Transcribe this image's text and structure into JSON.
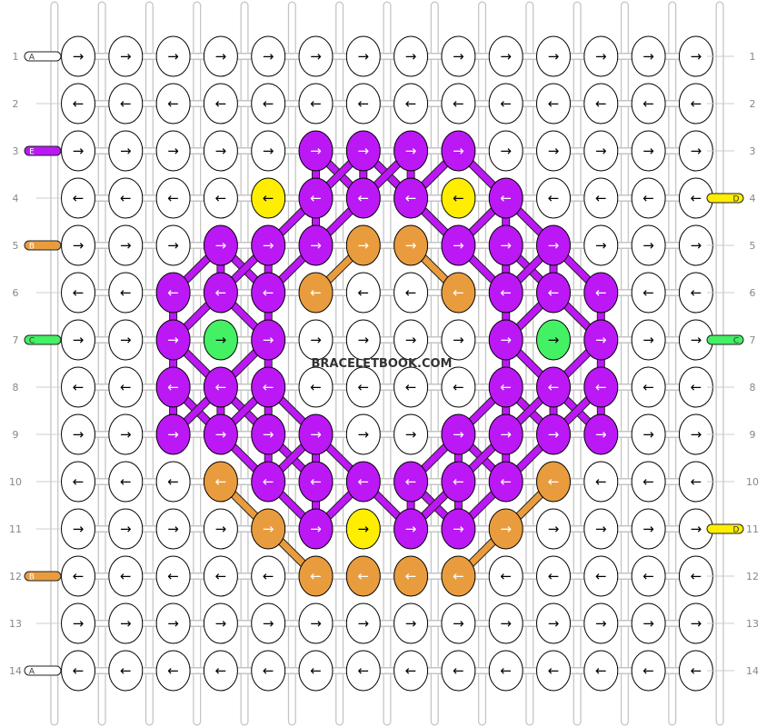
{
  "watermark": "BRACELETBOOK.COM",
  "colors": {
    "white": "#ffffff",
    "purple": "#bb18f5",
    "orange": "#e99c3e",
    "yellow": "#ffee00",
    "green": "#44f064"
  },
  "legend": {
    "A": "white",
    "B": "orange",
    "C": "green",
    "D": "yellow",
    "E": "purple"
  },
  "left_strings": [
    {
      "row": 1,
      "letter": "A"
    },
    {
      "row": 3,
      "letter": "E"
    },
    {
      "row": 5,
      "letter": "B"
    },
    {
      "row": 7,
      "letter": "C"
    },
    {
      "row": 12,
      "letter": "B"
    },
    {
      "row": 14,
      "letter": "A"
    }
  ],
  "right_strings": [
    {
      "row": 4,
      "letter": "D"
    },
    {
      "row": 7,
      "letter": "C"
    },
    {
      "row": 11,
      "letter": "D"
    }
  ],
  "row_labels": [
    "1",
    "2",
    "3",
    "4",
    "5",
    "6",
    "7",
    "8",
    "9",
    "10",
    "11",
    "12",
    "13",
    "14"
  ],
  "rows": [
    {
      "dir": "→",
      "cells": "AAAAAAAAAAAAAA"
    },
    {
      "dir": "←",
      "cells": "AAAAAAAAAAAAAA"
    },
    {
      "dir": "→",
      "cells": "AAAAAEEEEAAAAA"
    },
    {
      "dir": "←",
      "cells": "AAAADEEEDEAAAA"
    },
    {
      "dir": "→",
      "cells": "AAAEEEBBEEEAAA"
    },
    {
      "dir": "←",
      "cells": "AAEEEBAABEEEAA"
    },
    {
      "dir": "→",
      "cells": "AAECEAAAAECEAA"
    },
    {
      "dir": "←",
      "cells": "AAEEEAAAAEEEAA"
    },
    {
      "dir": "→",
      "cells": "AAEEEEAAEEEEAA"
    },
    {
      "dir": "←",
      "cells": "AAABEEEEEEBAAA"
    },
    {
      "dir": "→",
      "cells": "AAAABEDEEBAAAA"
    },
    {
      "dir": "←",
      "cells": "AAAAABBBBAAAAA"
    },
    {
      "dir": "→",
      "cells": "AAAAAAAAAAAAAA"
    },
    {
      "dir": "←",
      "cells": "AAAAAAAAAAAAAA"
    }
  ]
}
